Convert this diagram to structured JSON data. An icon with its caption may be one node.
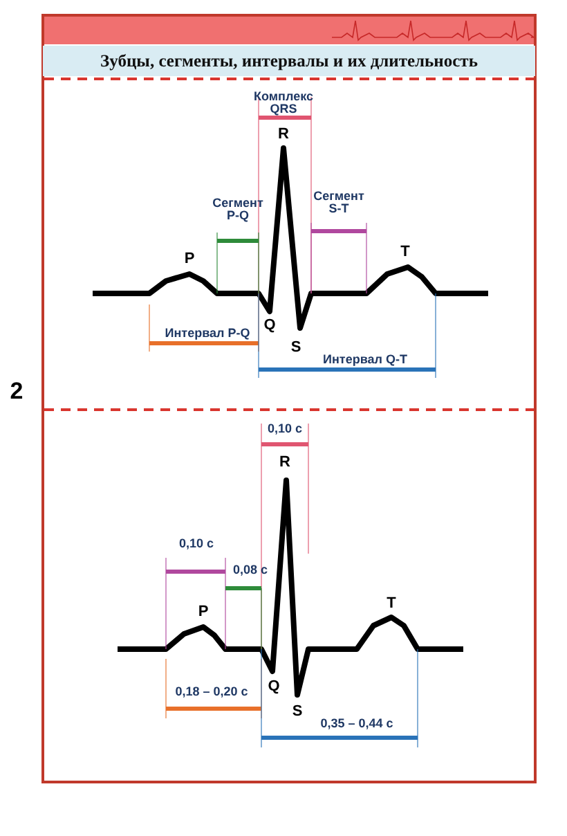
{
  "diagram": {
    "title": "Зубцы, сегменты, интервалы и их длительность",
    "labels": [
      "Комплекс QRS",
      "R",
      "Сегмент P-Q",
      "Сегмент S-T",
      "P",
      "T",
      "Q",
      "Интервал P-Q",
      "S",
      "Интервал Q-T",
      "2",
      "0,10 с",
      "R",
      "0,10 с",
      "0,08 с",
      "P",
      "T",
      "Q",
      "0,18 – 0,20 с",
      "S",
      "0,35 – 0,44 с"
    ]
  }
}
